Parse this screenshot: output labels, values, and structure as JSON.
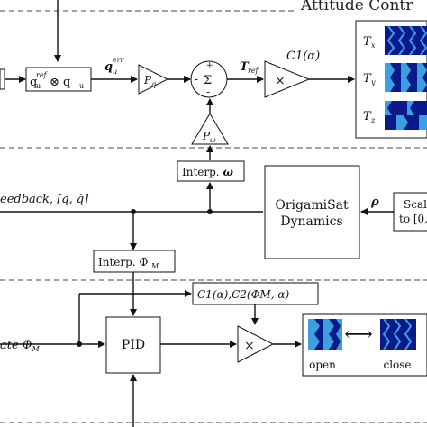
{
  "sections": {
    "attitude_title": "Attitude Contr",
    "actuation_title_partial": "…"
  },
  "blocks": {
    "quat_error": "q̄ᵤʳᵉᶠ ⊗ q̄ᵤ",
    "quat_error_sup": "ref",
    "quat_error_sub": "u",
    "pq": "Pq",
    "pomega": "Pω",
    "sum": "Σ",
    "mult1": "×",
    "c1": "C1(α)",
    "interp_omega": "Interp. ω",
    "dynamics_line1": "OrigamiSat",
    "dynamics_line2": "Dynamics",
    "scale_line1": "Scal",
    "scale_line2": "to [0,",
    "interp_phi": "Interp. Φ̇M",
    "c1c2": "C1(α),C2(ΦM, α)",
    "pid": "PID",
    "mult2": "×",
    "arrow_both": "⟷",
    "open": "open",
    "close": "close"
  },
  "signals": {
    "q_err": "q",
    "q_err_sup": "err",
    "q_err_sub": "u",
    "t_ref": "T",
    "t_ref_sub": "ref",
    "feedback": "eedback, [q, q̇]",
    "rho": "ρ",
    "state_phi": "ate ΦM",
    "sign_plus": "+",
    "sign_minus_left": "-",
    "sign_minus_bottom": "-"
  },
  "torques": [
    "Tx",
    "Ty",
    "Tz"
  ],
  "torque_subs": [
    "x",
    "y",
    "z"
  ],
  "colors": {
    "navy": "#0a1a8c",
    "light_blue": "#3aa0e0",
    "mid_blue": "#1f5fd0",
    "line": "#111111"
  }
}
